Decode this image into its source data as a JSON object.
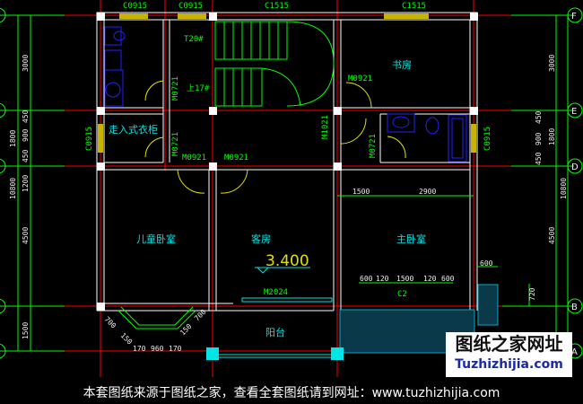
{
  "axes": {
    "right": [
      "F",
      "E",
      "D",
      "B",
      "A"
    ]
  },
  "windows": {
    "top": [
      "C0915",
      "C0915",
      "C1515",
      "C1515"
    ],
    "left": "C0915",
    "right": "C0915",
    "c2": "C2"
  },
  "doors": {
    "m0721a": "M0721",
    "m0721b": "M0721",
    "m0921a": "M0921",
    "m0921b": "M0921",
    "m0921c": "M0921",
    "m1021": "M1021",
    "m0721c": "M0721",
    "m2024": "M2024"
  },
  "stairs": {
    "down": "T20#",
    "up": "上17#"
  },
  "rooms": {
    "closet": "走入式衣柜",
    "study": "书房",
    "kids": "儿童卧室",
    "guest": "客房",
    "master": "主卧室",
    "balcony": "阳台"
  },
  "elevation": "3.400",
  "dims": {
    "left": [
      "3000",
      "450",
      "900",
      "1800",
      "450",
      "10800",
      "1200",
      "4500",
      "1500"
    ],
    "right": [
      "3000",
      "450",
      "900",
      "1800",
      "450",
      "10800",
      "4500",
      "720"
    ],
    "inner": [
      "1500",
      "2900"
    ],
    "c2": [
      "600",
      "120",
      "1500",
      "120",
      "600"
    ],
    "bay": [
      "700",
      "150",
      "170",
      "960",
      "170",
      "150",
      "700"
    ],
    "corner": "600"
  },
  "watermark": {
    "cn": "图纸之家网址",
    "url": "Tuzhizhijia.com"
  },
  "caption": "本套图纸来源于图纸之家，查看全套图纸请到网址：www.tuzhizhijia.com",
  "colors": {
    "axis": "#ff0000",
    "wall": "#ffffff",
    "dim": "#00ff00",
    "label": "#00e5e5",
    "door": "#e0e000",
    "fixture": "#0000ff"
  }
}
